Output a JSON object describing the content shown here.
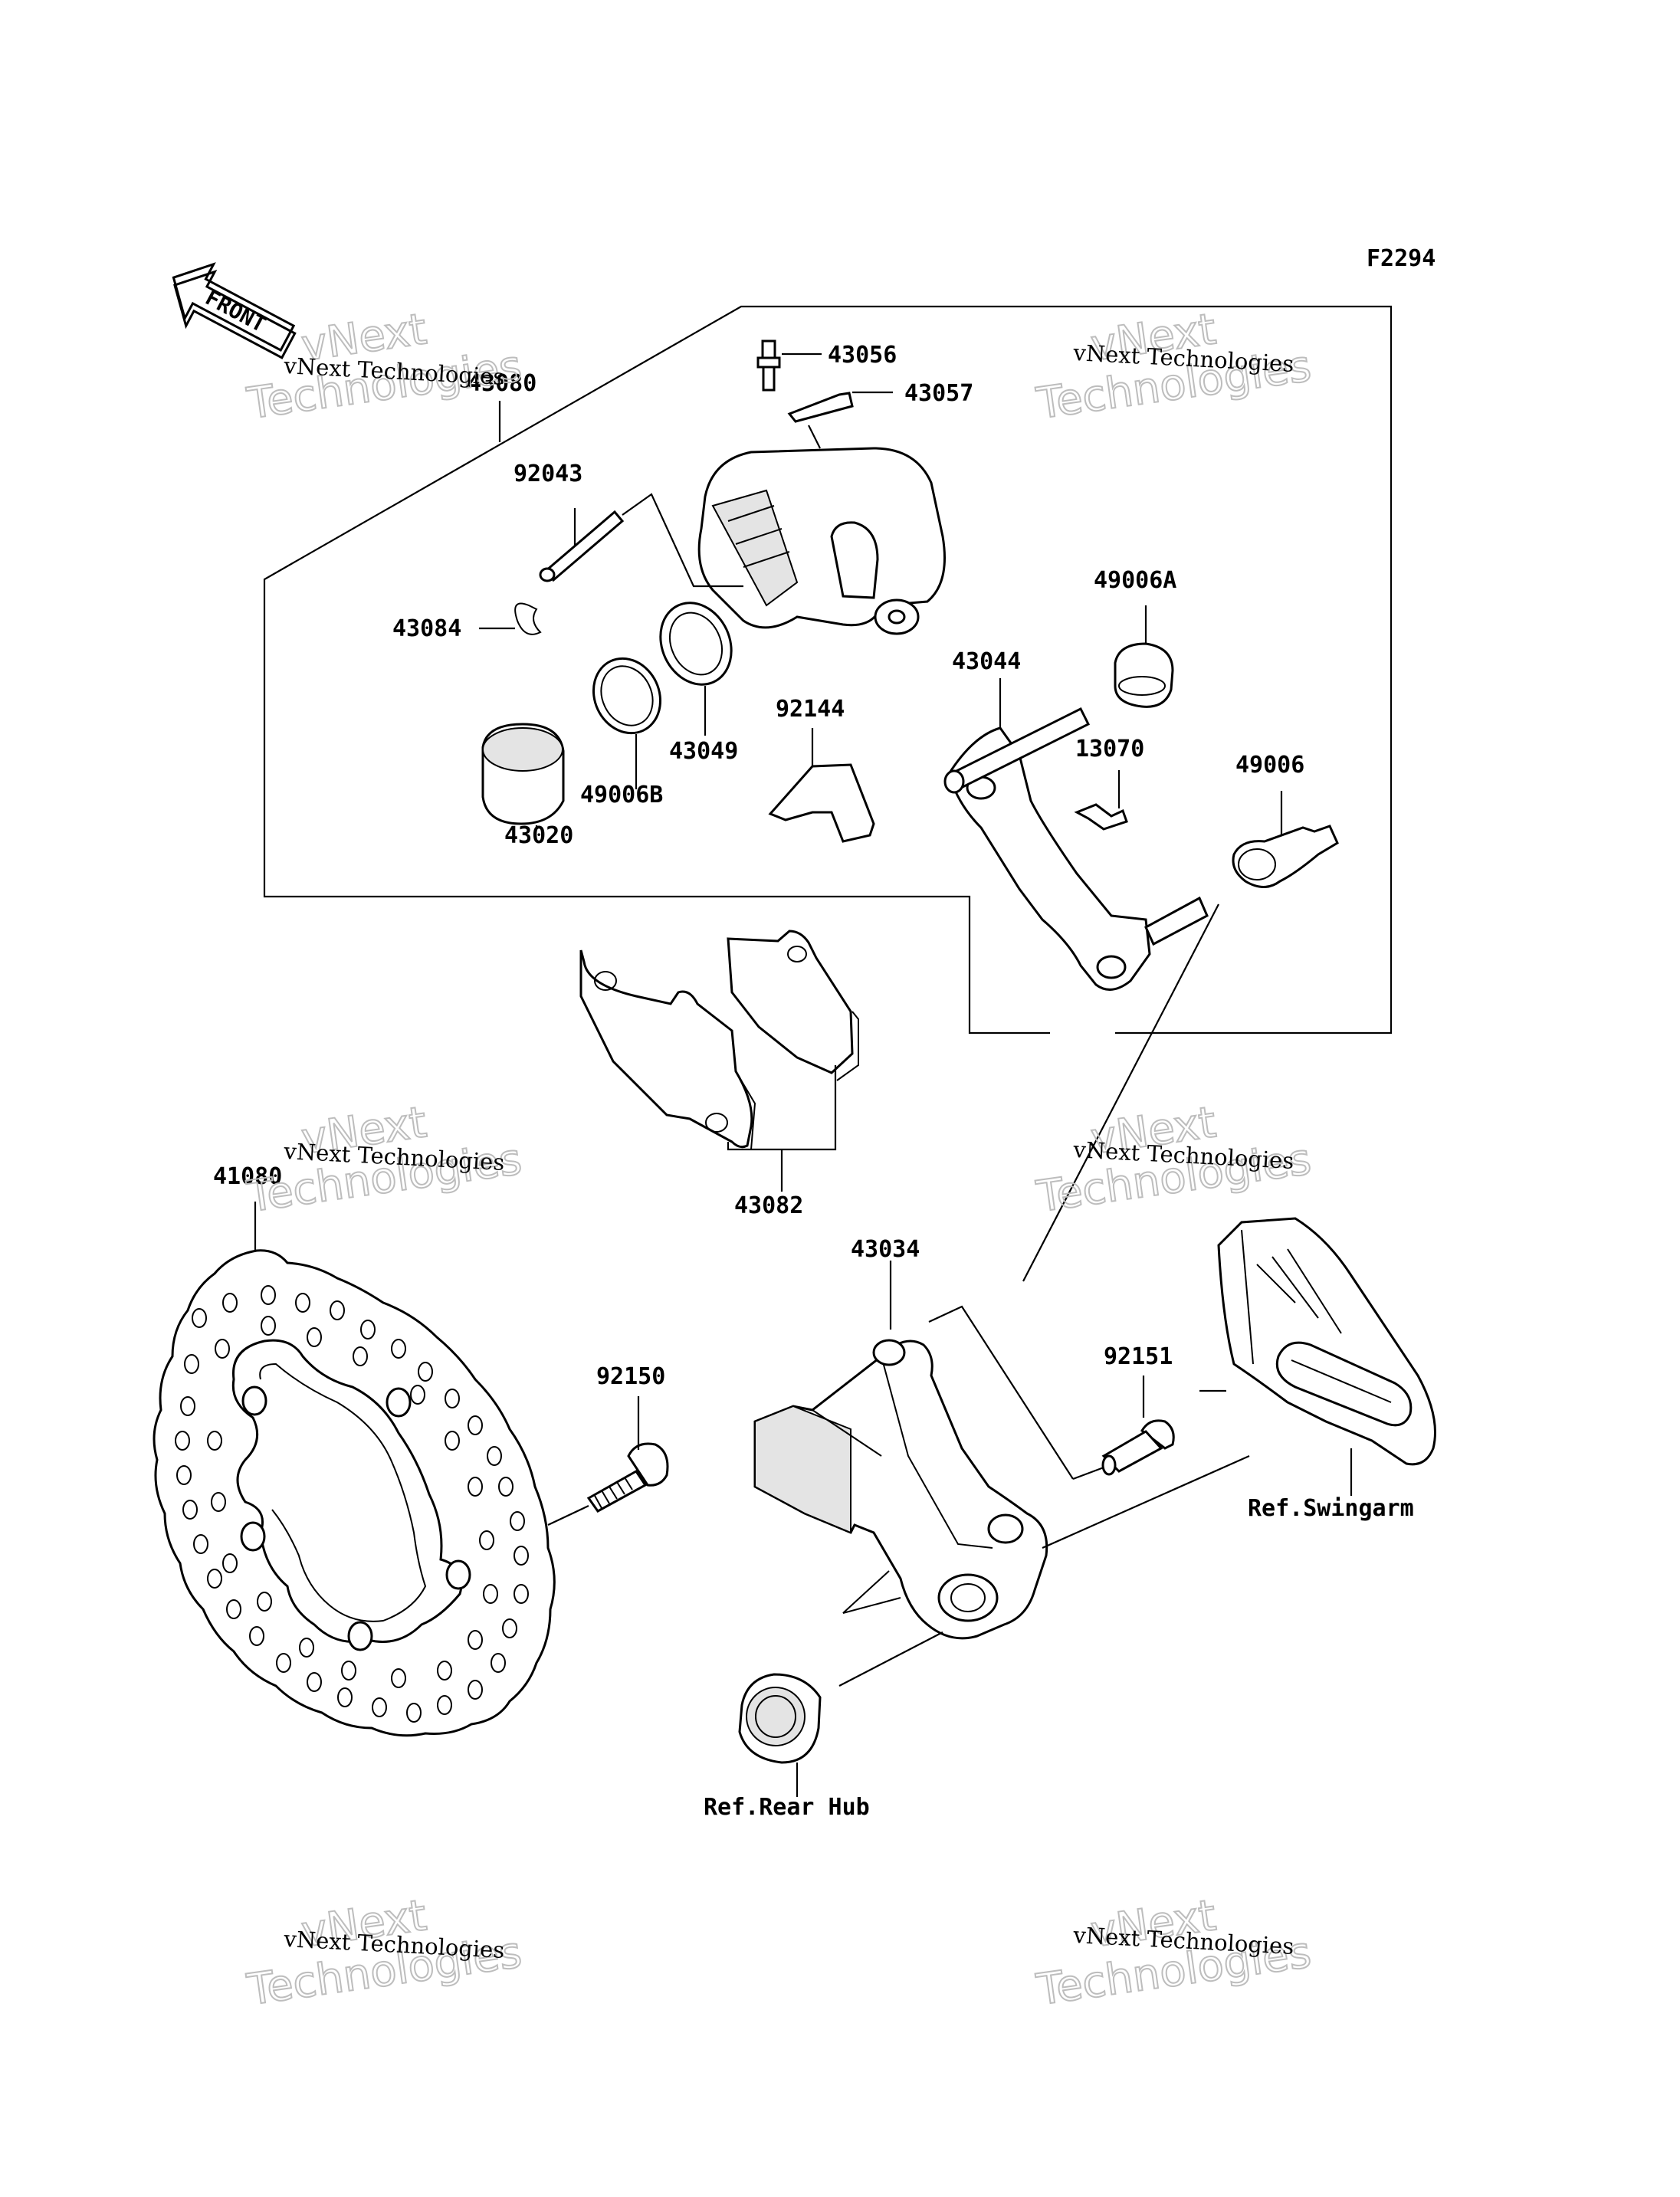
{
  "figure_code": "F2294",
  "front_arrow_text": "FRONT",
  "watermark": {
    "small_text": "vNext Technologies",
    "big_top": "vNext",
    "big_bottom": "Technologies"
  },
  "labels": {
    "p43080": "43080",
    "p43056": "43056",
    "p43057": "43057",
    "p92043": "92043",
    "p43084": "43084",
    "p49006A": "49006A",
    "p43044": "43044",
    "p43049": "43049",
    "p92144": "92144",
    "p13070": "13070",
    "p49006": "49006",
    "p43020": "43020",
    "p49006B": "49006B",
    "p43082": "43082",
    "p41080": "41080",
    "p43034": "43034",
    "p92150": "92150",
    "p92151": "92151"
  },
  "refs": {
    "swingarm": "Ref.Swingarm",
    "rear_hub": "Ref.Rear Hub"
  }
}
